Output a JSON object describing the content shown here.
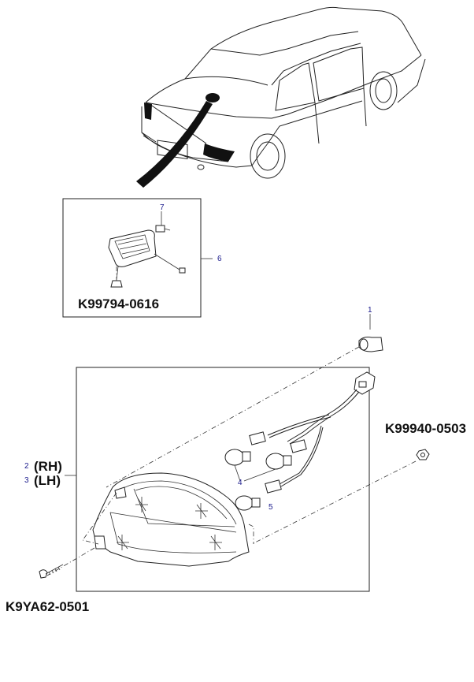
{
  "callouts": {
    "c1": "1",
    "c2": "2",
    "c3": "3",
    "c4": "4",
    "c5": "5",
    "c6": "6",
    "c7": "7"
  },
  "sides": {
    "rh": "(RH)",
    "lh": "(LH)"
  },
  "part_numbers": {
    "brake_lamp": "K99794-0616",
    "nut": "K99940-0503",
    "screw": "K9YA62-0501"
  },
  "colors": {
    "line": "#222222",
    "callout": "#1a1a8c"
  }
}
